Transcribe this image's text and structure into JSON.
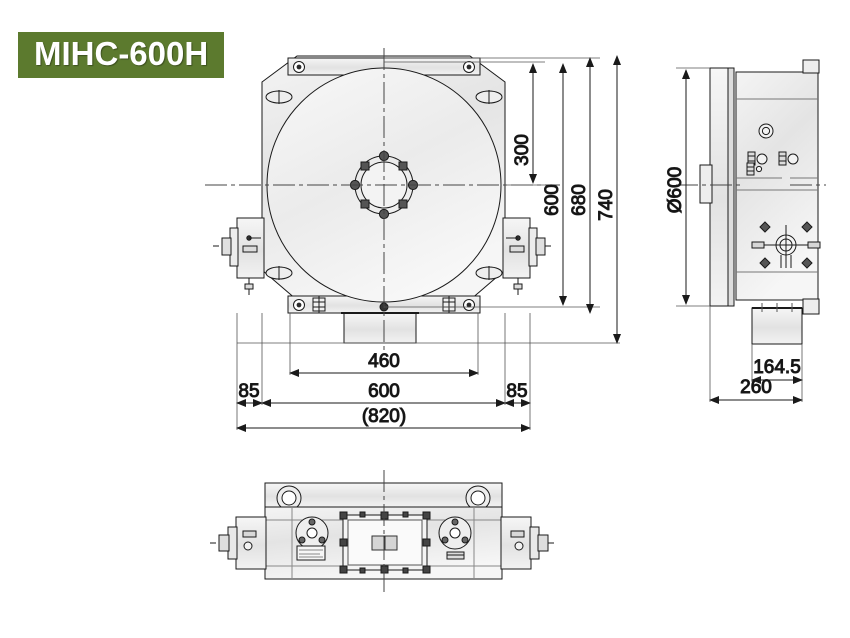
{
  "banner": {
    "model_label": "MIHC-600H",
    "background_color": "#5c7a2e",
    "text_color": "#ffffff"
  },
  "drawing": {
    "title": "MIHC-600H rotary table dimensional drawing",
    "line_color": "#1a1a1a",
    "fill_color": "#e9e9e9",
    "views": [
      {
        "name": "front-view",
        "label": ""
      },
      {
        "name": "side-view",
        "label": ""
      },
      {
        "name": "top-view",
        "label": ""
      }
    ]
  },
  "dimensions": {
    "front_view_vertical": [
      {
        "name": "dim-300",
        "value": "300"
      },
      {
        "name": "dim-600-v",
        "value": "600"
      },
      {
        "name": "dim-680",
        "value": "680"
      },
      {
        "name": "dim-740",
        "value": "740"
      }
    ],
    "front_view_horizontal": [
      {
        "name": "dim-460",
        "value": "460"
      },
      {
        "name": "dim-600-h",
        "value": "600"
      },
      {
        "name": "dim-85-left",
        "value": "85"
      },
      {
        "name": "dim-85-right",
        "value": "85"
      },
      {
        "name": "dim-820",
        "value": "(820)"
      }
    ],
    "side_view": [
      {
        "name": "dim-dia600",
        "value": "Ø600"
      },
      {
        "name": "dim-164-5",
        "value": "164.5"
      },
      {
        "name": "dim-260",
        "value": "260"
      }
    ]
  }
}
